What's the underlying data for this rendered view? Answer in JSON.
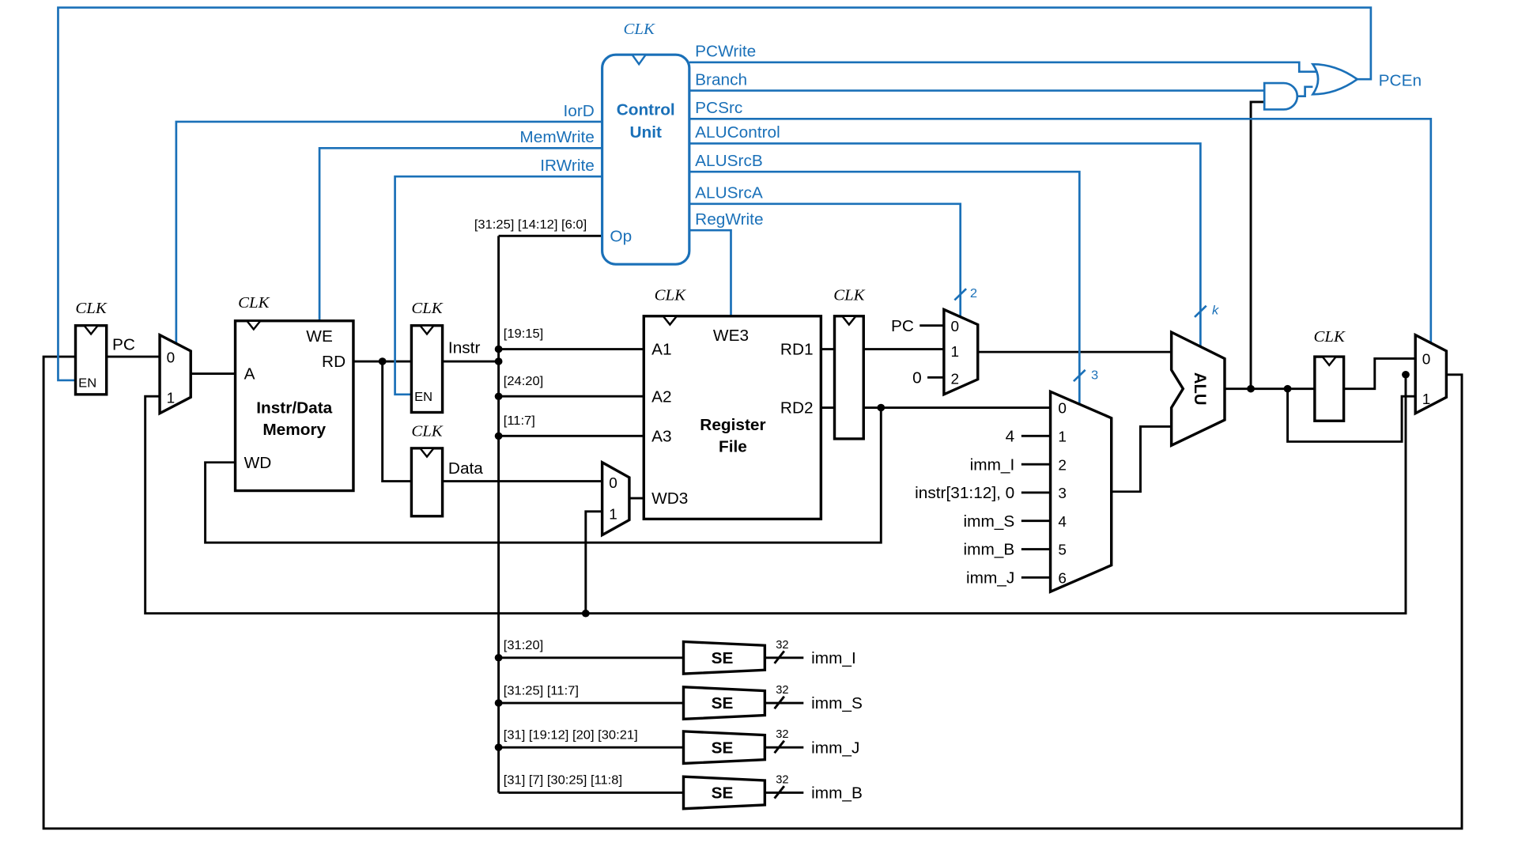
{
  "colors": {
    "signal_blue": "#1a70b8",
    "wire_black": "#000000"
  },
  "labels": {
    "clk": "CLK",
    "en": "EN",
    "pcen": "PCEn",
    "pc": "PC",
    "instr": "Instr",
    "data": "Data"
  },
  "control": {
    "name1": "Control",
    "name2": "Unit",
    "op": "Op",
    "op_fields": "[31:25] [14:12] [6:0]",
    "iord": "IorD",
    "memwrite": "MemWrite",
    "irwrite": "IRWrite",
    "pcwrite": "PCWrite",
    "branch": "Branch",
    "pcsrc": "PCSrc",
    "alucontrol": "ALUControl",
    "alusrcb": "ALUSrcB",
    "alusrca": "ALUSrcA",
    "regwrite": "RegWrite"
  },
  "memory": {
    "we": "WE",
    "a": "A",
    "rd": "RD",
    "wd": "WD",
    "name1": "Instr/Data",
    "name2": "Memory"
  },
  "regfile": {
    "we3": "WE3",
    "a1": "A1",
    "a2": "A2",
    "a3": "A3",
    "wd3": "WD3",
    "rd1": "RD1",
    "rd2": "RD2",
    "name1": "Register",
    "name2": "File",
    "a1_field": "[19:15]",
    "a2_field": "[24:20]",
    "a3_field": "[11:7]"
  },
  "mux": {
    "d0": "0",
    "d1": "1",
    "d2": "2",
    "d3": "3",
    "d4": "4",
    "d5": "5",
    "d6": "6"
  },
  "srca_mux": {
    "pc_in": "PC",
    "zero_in": "0",
    "sel_width": "2"
  },
  "srcb_mux": {
    "in1": "4",
    "in2": "imm_I",
    "in3": "instr[31:12], 0",
    "in4": "imm_S",
    "in5": "imm_B",
    "in6": "imm_J",
    "sel_width": "3"
  },
  "alu": {
    "name": "ALU",
    "ctrl_width": "k"
  },
  "se": {
    "label": "SE",
    "bus_width": "32",
    "rows": [
      {
        "fields": "[31:20]",
        "out": "imm_I"
      },
      {
        "fields": "[31:25] [11:7]",
        "out": "imm_S"
      },
      {
        "fields": "[31] [19:12] [20] [30:21]",
        "out": "imm_J"
      },
      {
        "fields": "[31] [7] [30:25] [11:8]",
        "out": "imm_B"
      }
    ]
  }
}
